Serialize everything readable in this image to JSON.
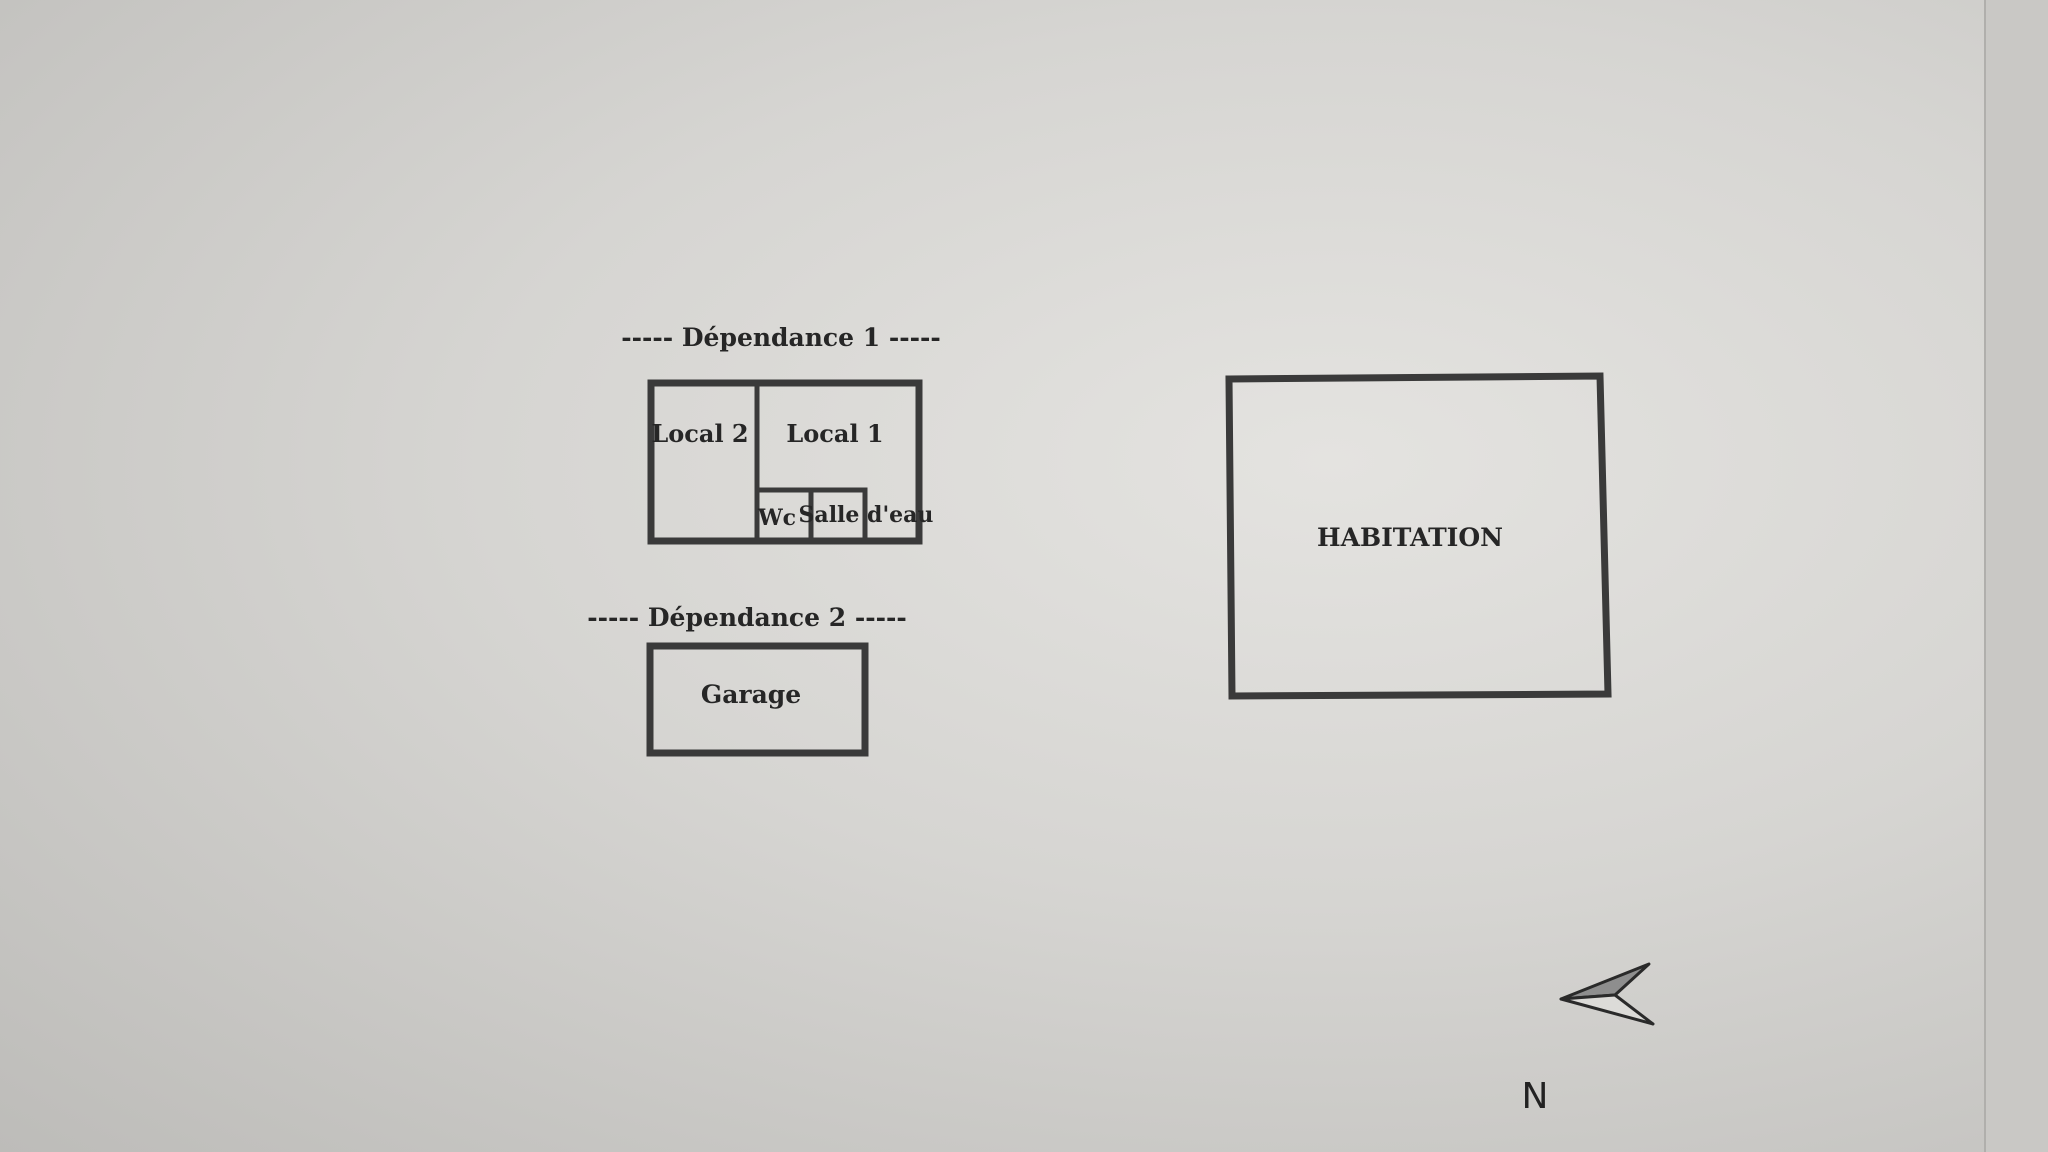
{
  "plan": {
    "dependance1": {
      "label": "----- Dépendance 1 -----",
      "rooms": [
        "Local 2",
        "Local 1",
        "Wc",
        "Salle d'eau"
      ]
    },
    "dependance2": {
      "label": "----- Dépendance 2 -----",
      "rooms": [
        "Garage"
      ]
    },
    "habitation": {
      "label": "HABITATION"
    },
    "north": {
      "label": "N",
      "icon": "north-arrow-icon"
    }
  },
  "colors": {
    "wall": "#3a3a3a",
    "paper": "#dcdbd8"
  }
}
